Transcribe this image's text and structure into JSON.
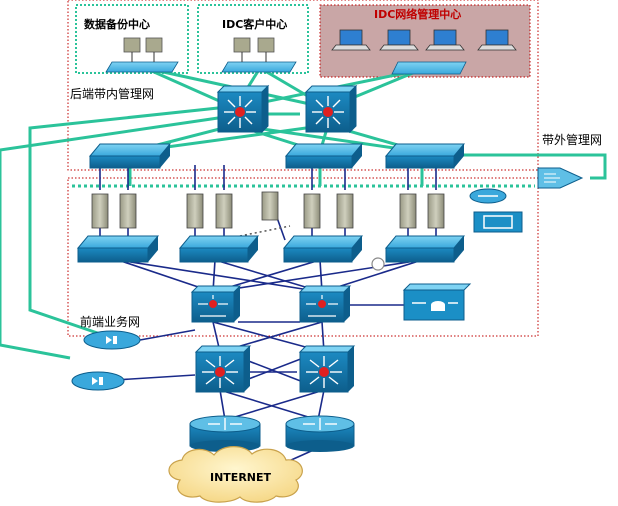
{
  "zones": {
    "backup": "数据备份中心",
    "idc_client": "IDC客户中心",
    "idc_mgmt": "IDC网络管理中心",
    "backend": "后端带内管理网",
    "frontend": "前端业务网",
    "oob": "带外管理网"
  },
  "cloud": {
    "label": "INTERNET"
  },
  "colors": {
    "mgmt_link": "#2bc39a",
    "data_link": "#1a2a8a",
    "device_blue": "#1b8fc6",
    "zone_border": "#c00000",
    "mgmt_zone_fill": "#c9a6a6",
    "cloud_fill": "#fbe6a6"
  },
  "icons": [
    "switch",
    "router",
    "server",
    "laptop",
    "firewall",
    "load-balancer",
    "cloud"
  ]
}
